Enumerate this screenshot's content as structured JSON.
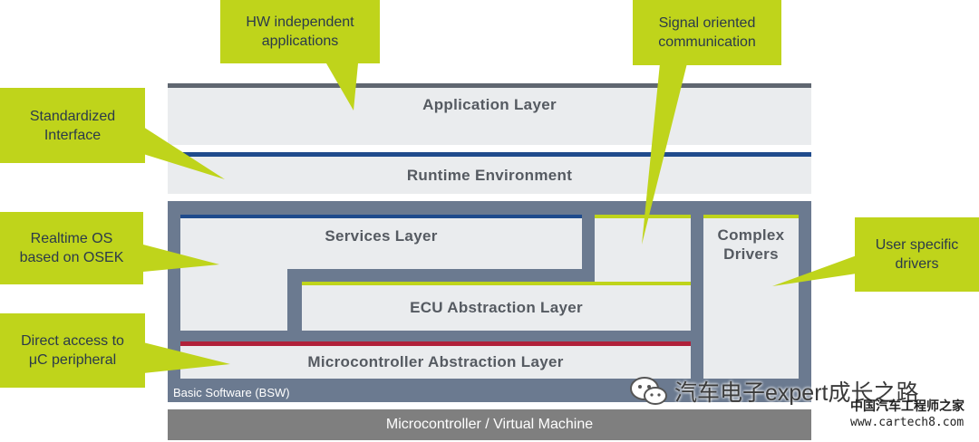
{
  "layers": {
    "application": "Application Layer",
    "rte": "Runtime Environment",
    "services": "Services Layer",
    "ecu_abstraction": "ECU Abstraction Layer",
    "complex_drivers": "Complex\nDrivers",
    "microcontroller_abstraction": "Microcontroller Abstraction Layer",
    "bsw_label": "Basic Software (BSW)",
    "microcontroller": "Microcontroller / Virtual Machine"
  },
  "callouts": {
    "hw_independent": "HW independent\napplications",
    "signal_oriented": "Signal oriented\ncommunication",
    "standardized": "Standardized\nInterface",
    "realtime_os": "Realtime OS\nbased on OSEK",
    "direct_access": "Direct access to\nμC peripheral",
    "user_specific": "User specific\ndrivers"
  },
  "watermark": {
    "line1": "汽车电子expert成长之路",
    "line2_cn": "中国汽车工程师之家",
    "line2_url": "www.cartech8.com"
  },
  "colors": {
    "callout": "#bfd41b",
    "bsw_frame": "#6b7a90",
    "blue_stripe": "#1f4b8c",
    "red_stripe": "#b0213a",
    "green_stripe": "#bfd41b",
    "layer_fill": "#eaecee",
    "microcontroller_fill": "#7f7f7f"
  }
}
